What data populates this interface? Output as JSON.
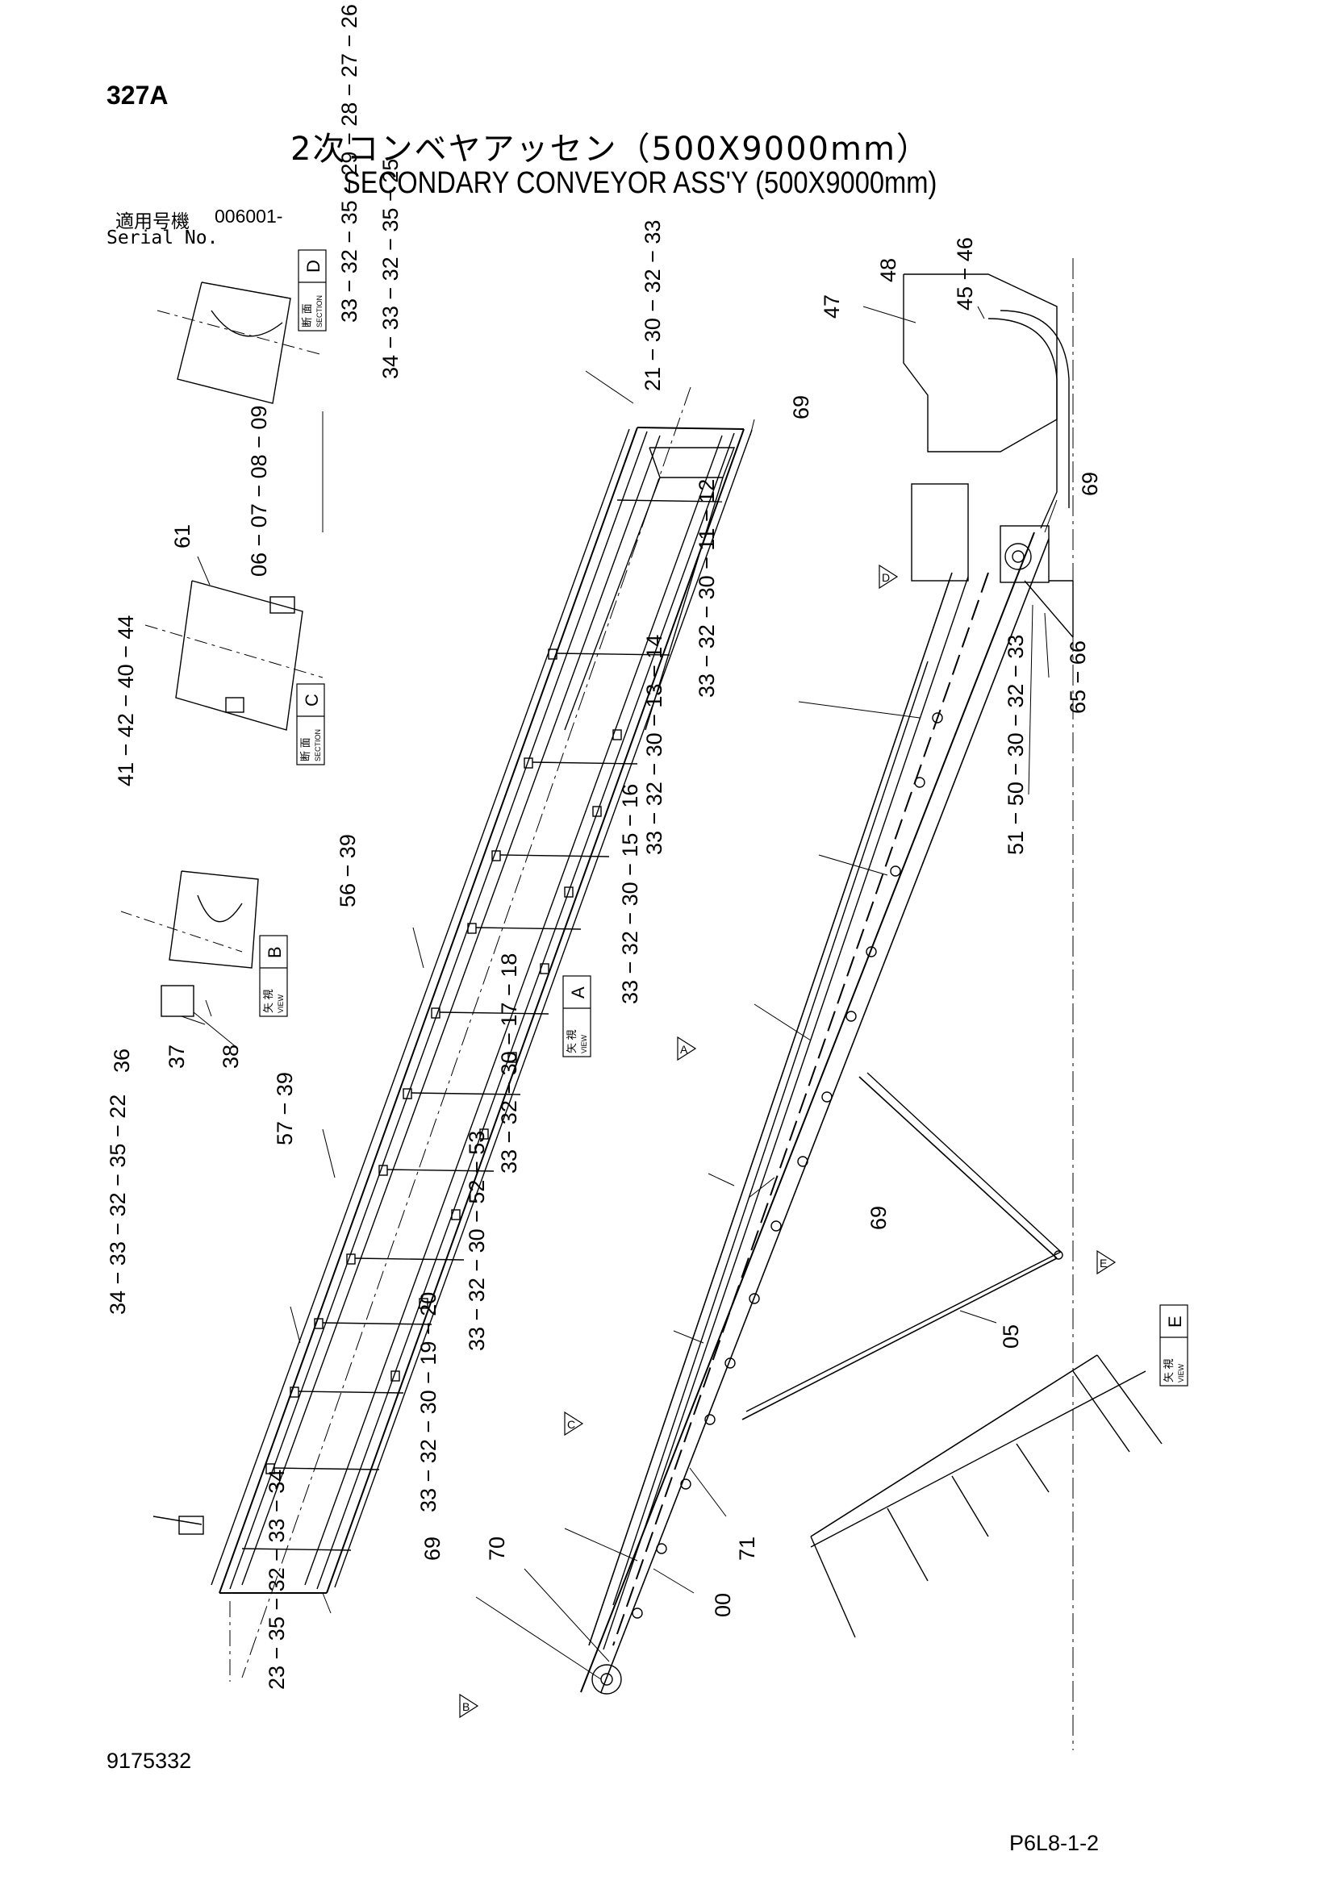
{
  "header": {
    "page_code": "327A",
    "title_jp": "2次コンベヤアッセン（500X9000mm）",
    "title_en": "SECONDARY CONVEYOR ASS'Y (500X9000mm)",
    "serial_label_jp": "適用号機",
    "serial_value": "006001-",
    "serial_label_en": "Serial No."
  },
  "footer": {
    "drawing_number": "9175332",
    "page_reference": "P6L8-1-2"
  },
  "view_boxes": [
    {
      "jp": "断 面",
      "en": "SECTION",
      "letter": "D"
    },
    {
      "jp": "断 面",
      "en": "SECTION",
      "letter": "C"
    },
    {
      "jp": "矢 視",
      "en": "VIEW",
      "letter": "B"
    },
    {
      "jp": "矢 視",
      "en": "VIEW",
      "letter": "A"
    },
    {
      "jp": "矢 視",
      "en": "VIEW",
      "letter": "E"
    }
  ],
  "view_markers": [
    "D",
    "A",
    "C",
    "B",
    "E"
  ],
  "callouts": [
    "33 − 32 − 35 − 29 − 28 − 27 − 26",
    "34 − 33 − 32 − 35 − 25",
    "21 − 30 − 32 − 33",
    "69",
    "47",
    "48",
    "45 − 46",
    "69",
    "61",
    "06 − 07 − 08 − 09",
    "33 − 32 − 30 − 11 − 12",
    "65 − 66",
    "41 − 42 − 40 − 44",
    "33 − 32 − 30 − 13 − 14",
    "51 − 50 − 30 − 32 − 33",
    "56 − 39",
    "33 − 32 − 30 − 15 − 16",
    "36",
    "37",
    "38",
    "57 − 39",
    "33 − 32 − 30 − 17 − 18",
    "69",
    "34 − 33 − 32 − 35 − 22",
    "33 − 32 − 30 − 52 − 53",
    "05",
    "33 − 32 − 30 − 19 − 20",
    "69",
    "70",
    "71",
    "00",
    "23 − 35 − 32 − 33 − 34"
  ]
}
